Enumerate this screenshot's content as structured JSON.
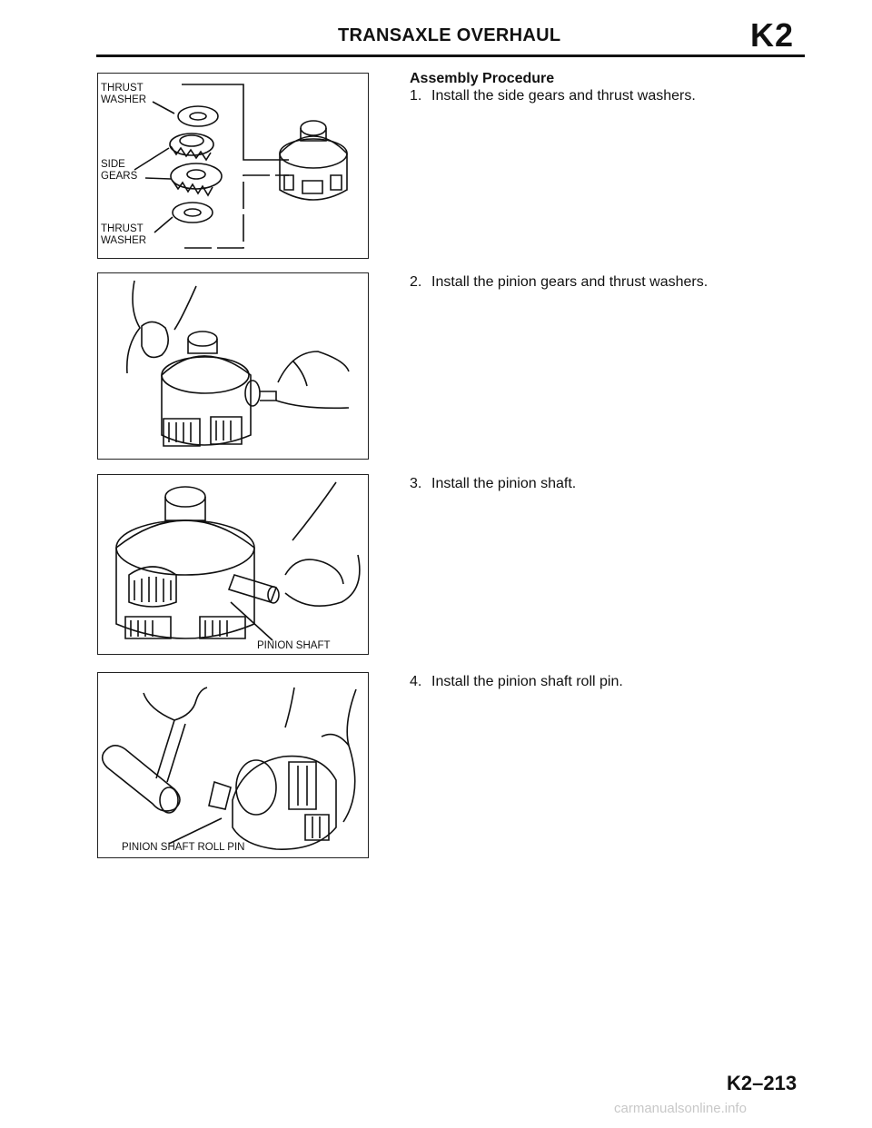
{
  "header": {
    "title": "TRANSAXLE OVERHAUL",
    "code": "K2"
  },
  "procedure": {
    "heading": "Assembly Procedure",
    "steps": [
      {
        "number": "1.",
        "text": "Install the side gears and thrust washers."
      },
      {
        "number": "2.",
        "text": "Install the pinion gears and thrust washers."
      },
      {
        "number": "3.",
        "text": "Install the pinion shaft."
      },
      {
        "number": "4.",
        "text": "Install the pinion shaft roll pin."
      }
    ]
  },
  "figures": {
    "fig1": {
      "labels": {
        "thrust_washer_top": "THRUST\nWASHER",
        "side_gears": "SIDE\nGEARS",
        "thrust_washer_bottom": "THRUST\nWASHER"
      }
    },
    "fig3": {
      "labels": {
        "pinion_shaft": "PINION SHAFT"
      }
    },
    "fig4": {
      "labels": {
        "roll_pin": "PINION SHAFT ROLL PIN"
      }
    }
  },
  "footer": {
    "page_number": "K2–213",
    "watermark": "carmanualsonline.info"
  }
}
